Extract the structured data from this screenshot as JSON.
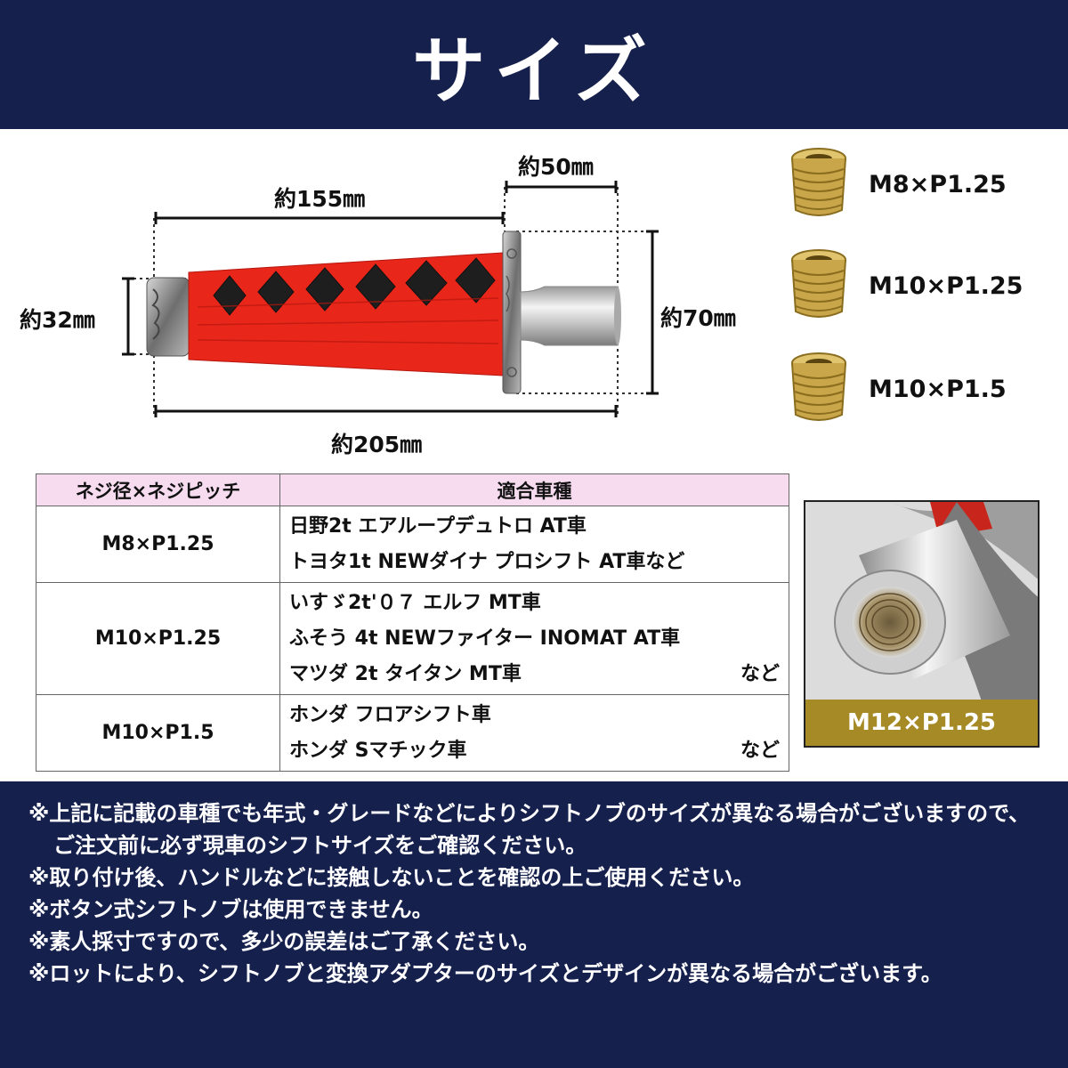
{
  "header": {
    "title": "サイズ"
  },
  "dimensions": {
    "length_grip": "約155㎜",
    "length_guard": "約50㎜",
    "diameter": "約32㎜",
    "height_guard": "約70㎜",
    "length_total": "約205㎜"
  },
  "adapters": [
    {
      "label": "M8×P1.25"
    },
    {
      "label": "M10×P1.25"
    },
    {
      "label": "M10×P1.5"
    }
  ],
  "table": {
    "headers": [
      "ネジ径×ネジピッチ",
      "適合車種"
    ],
    "rows": [
      {
        "spec": "M8×P1.25",
        "models": [
          {
            "text": "日野2t エアループデュトロ AT車",
            "suffix": ""
          },
          {
            "text": "トヨタ1t NEWダイナ プロシフト AT車など",
            "suffix": ""
          }
        ]
      },
      {
        "spec": "M10×P1.25",
        "models": [
          {
            "text": "いすゞ2t'０７ エルフ MT車",
            "suffix": ""
          },
          {
            "text": "ふそう 4t NEWファイター INOMAT AT車",
            "suffix": ""
          },
          {
            "text": "マツダ 2t タイタン MT車",
            "suffix": "など"
          }
        ]
      },
      {
        "spec": "M10×P1.5",
        "models": [
          {
            "text": "ホンダ フロアシフト車",
            "suffix": ""
          },
          {
            "text": "ホンダ Sマチック車",
            "suffix": "など"
          }
        ]
      }
    ]
  },
  "photo": {
    "caption": "M12×P1.25"
  },
  "notes": [
    "※上記に記載の車種でも年式・グレードなどによりシフトノブのサイズが異なる場合がございますので、ご注文前に必ず現車のシフトサイズをご確認ください。",
    "※取り付け後、ハンドルなどに接触しないことを確認の上ご使用ください。",
    "※ボタン式シフトノブは使用できません。",
    "※素人採寸ですので、多少の誤差はご了承ください。",
    "※ロットにより、シフトノブと変換アダプターのサイズとデザインが異なる場合がございます。"
  ],
  "colors": {
    "navy": "#16204d",
    "wrap_red": "#e8261a",
    "caption_gold": "#a68a26",
    "table_header_pink": "#f7dcf0",
    "brass": "#c9a64a"
  }
}
